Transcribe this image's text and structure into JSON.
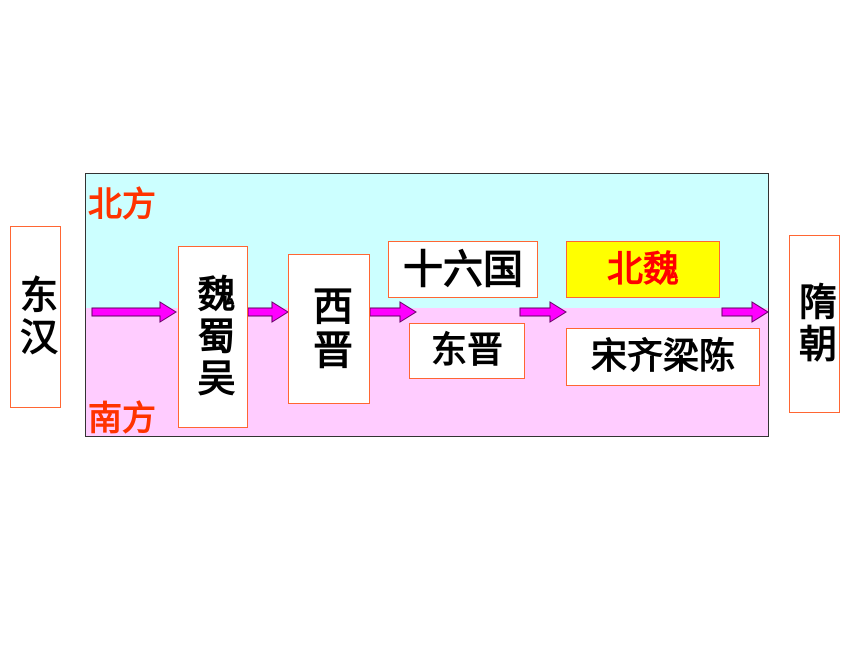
{
  "regions": {
    "north": "北方",
    "south": "南方"
  },
  "dynasties": {
    "donghan": "东汉",
    "weishuwu": "魏蜀吴",
    "xijin": "西晋",
    "shiliuguo": "十六国",
    "beiwei": "北魏",
    "dongjin": "东晋",
    "songqiliangchen": "宋齐梁陈",
    "suichao": "隋朝"
  },
  "colors": {
    "north_band": "#ccffff",
    "south_band": "#ffccff",
    "region_text": "#ff3300",
    "highlight_fill": "#ffff00",
    "highlight_text": "#ff0000",
    "arrow": "#ff00ff"
  }
}
